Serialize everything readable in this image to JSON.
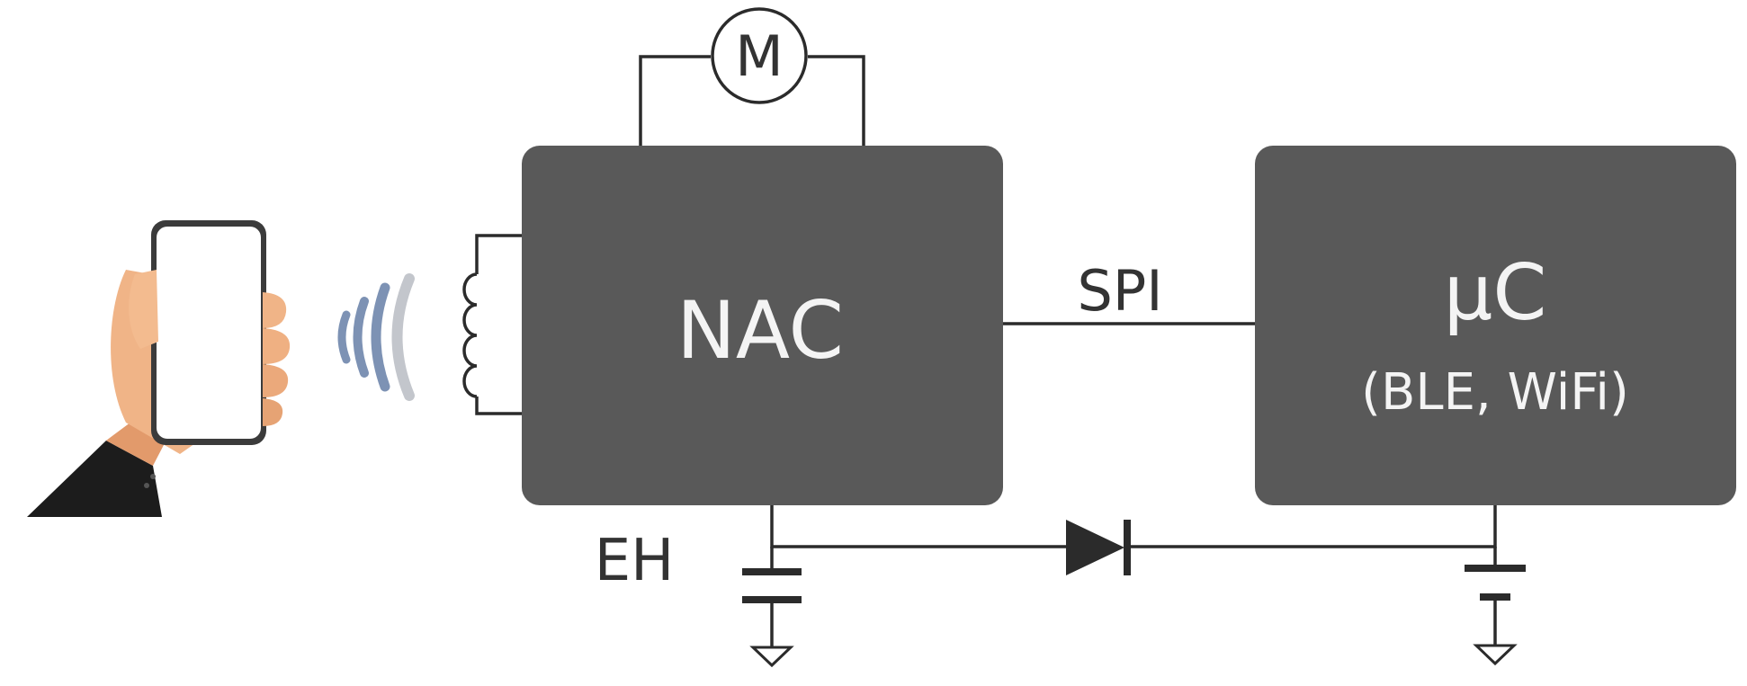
{
  "diagram": {
    "motor": {
      "label": "M"
    },
    "nac_block": {
      "label": "NAC"
    },
    "mcu_block": {
      "label": "μC",
      "sublabel": "(BLE, WiFi)"
    },
    "bus": {
      "label": "SPI"
    },
    "energy_harvest": {
      "label": "EH"
    }
  },
  "colors": {
    "block_fill": "#595959",
    "wire": "#2b2b2b",
    "block_text": "#f4f4f4",
    "label_text": "#333333",
    "wave_blue": "#7d92b4",
    "wave_gray": "#c3c6cc",
    "skin": "#f0b487",
    "sleeve": "#1c1c1c"
  },
  "icons": [
    "hand-holding-phone-icon",
    "nfc-wave-icon",
    "antenna-coil-icon",
    "motor-icon",
    "diode-icon",
    "capacitor-icon",
    "ground-icon"
  ]
}
